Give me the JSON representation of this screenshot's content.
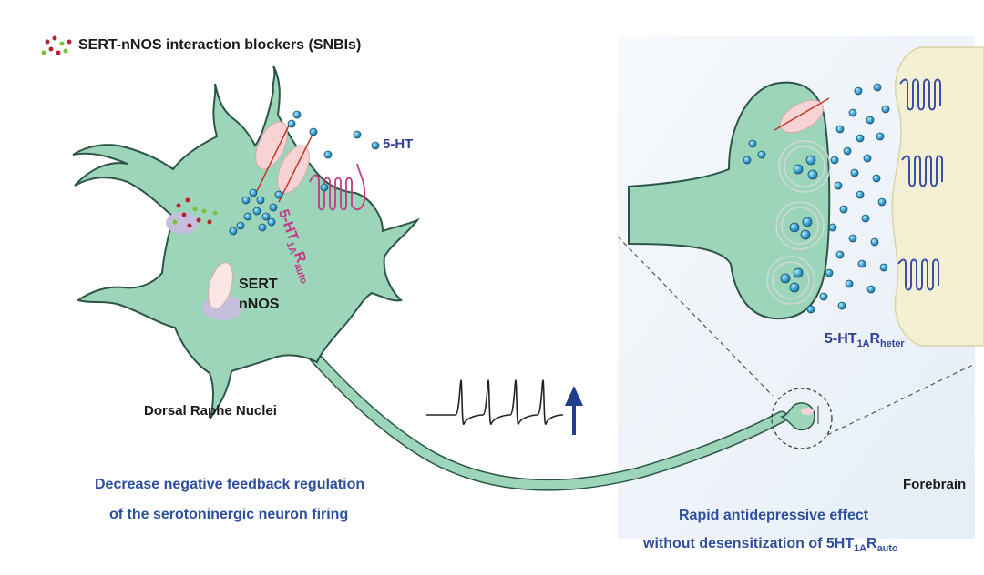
{
  "legend": {
    "icon": "snbi-dots-icon",
    "text": "SERT-nNOS interaction blockers (SNBIs)"
  },
  "labels": {
    "ht5": "5-HT",
    "sert": "SERT",
    "nnos": "nNOS",
    "dorsal_raphe": "Dorsal Raphe Nuclei",
    "forebrain": "Forebrain",
    "auto_receptor": {
      "base": "5-HT",
      "sub": "1A",
      "r": "R",
      "rsub": "auto"
    },
    "hetero_receptor": {
      "base": "5-HT",
      "sub": "1A",
      "r": "R",
      "rsub": "heter"
    }
  },
  "captions": {
    "left_line1": "Decrease negative feedback regulation",
    "left_line2": "of the serotoninergic neuron firing",
    "right_line1": "Rapid antidepressive effect",
    "right_line2_prefix": "without desensitization of 5HT",
    "right_line2_sub": "1A",
    "right_line2_r": "R",
    "right_line2_rsub": "auto"
  },
  "icons": [
    "up-arrow-icon",
    "action-potential-trace-icon"
  ],
  "colors": {
    "neuron_fill": "#9dd5bb",
    "neuron_stroke": "#2c5547",
    "vesicle": "#3aa6d6",
    "serotonin_label": "#2f3f98",
    "receptor_auto": "#c23a86",
    "receptor_hetero": "#3d4ea6",
    "caption": "#2e4f9c",
    "panel_bg": "#eef3f8",
    "postsynaptic": "#f3f0d4"
  }
}
